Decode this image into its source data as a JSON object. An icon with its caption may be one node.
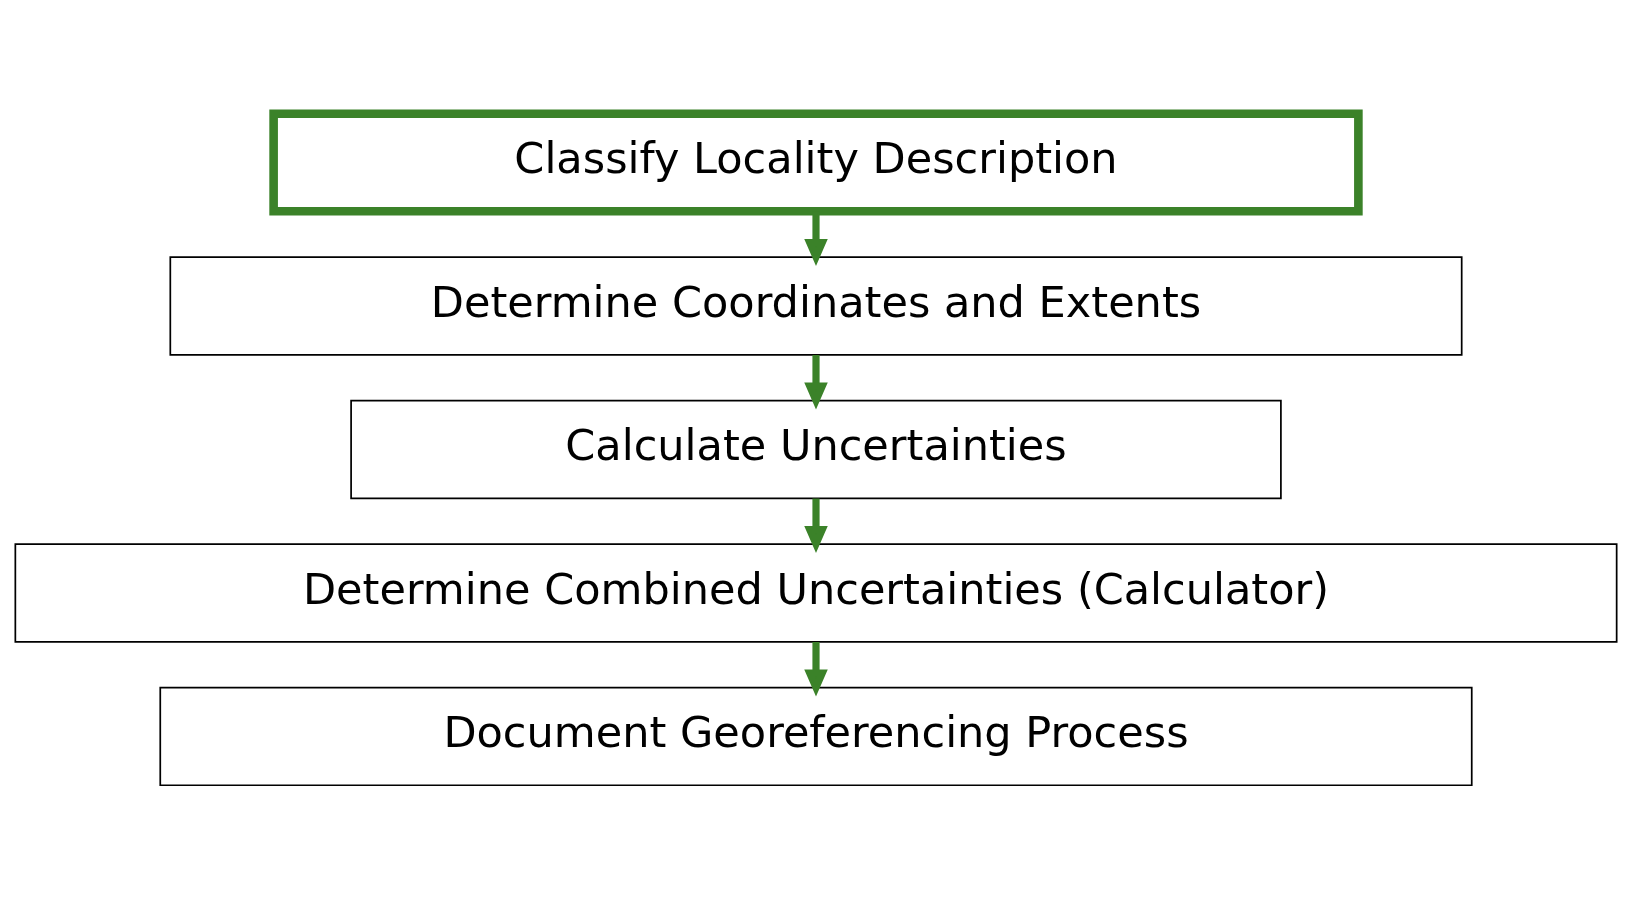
{
  "diagram": {
    "nodes": [
      {
        "text": [
          "Classify Locality Description"
        ]
      },
      {
        "text": [
          "Determine Coordinates and Extents"
        ]
      },
      {
        "text": [
          "Calculate Uncertainties"
        ]
      },
      {
        "text": [
          "Determine Combined Uncertainties (Calculator)"
        ]
      },
      {
        "text": [
          "Document Georeferencing Process"
        ]
      }
    ],
    "edges": [
      {
        "from": 0,
        "to": 1,
        "arrow": "to"
      },
      {
        "from": 1,
        "to": 2,
        "arrow": "to"
      },
      {
        "from": 2,
        "to": 3,
        "arrow": "to"
      },
      {
        "from": 3,
        "to": 4,
        "arrow": "to"
      }
    ]
  }
}
